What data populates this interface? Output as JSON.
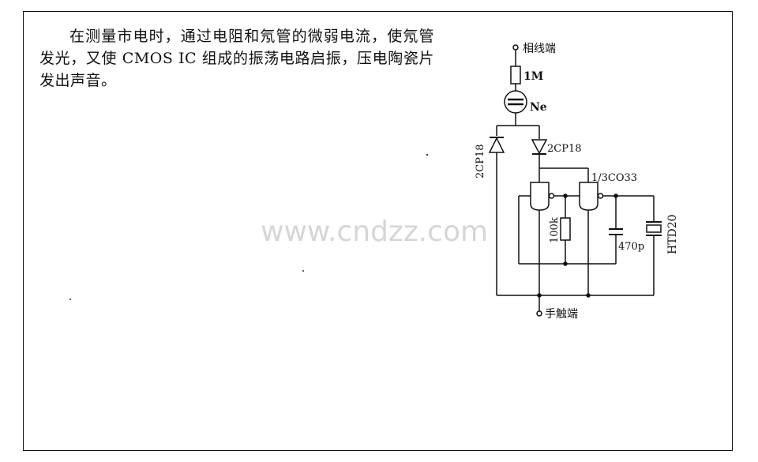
{
  "header_fragment": "",
  "description": "在测量市电时，通过电阻和氖管的微弱电流，使氖管发光，又使 CMOS IC 组成的振荡电路启振，压电陶瓷片发出声音。",
  "schematic": {
    "phase_terminal": "相线端",
    "resistor_1m": "1M",
    "neon": "Ne",
    "diode_left": "2CP18",
    "diode_right": "2CP18",
    "ic_label": "1/3CO33",
    "resistor_100k": "100k",
    "cap_470p": "470p",
    "buzzer": "HTD20",
    "touch_terminal": "手触端"
  },
  "watermark": "www.cndzz.com"
}
